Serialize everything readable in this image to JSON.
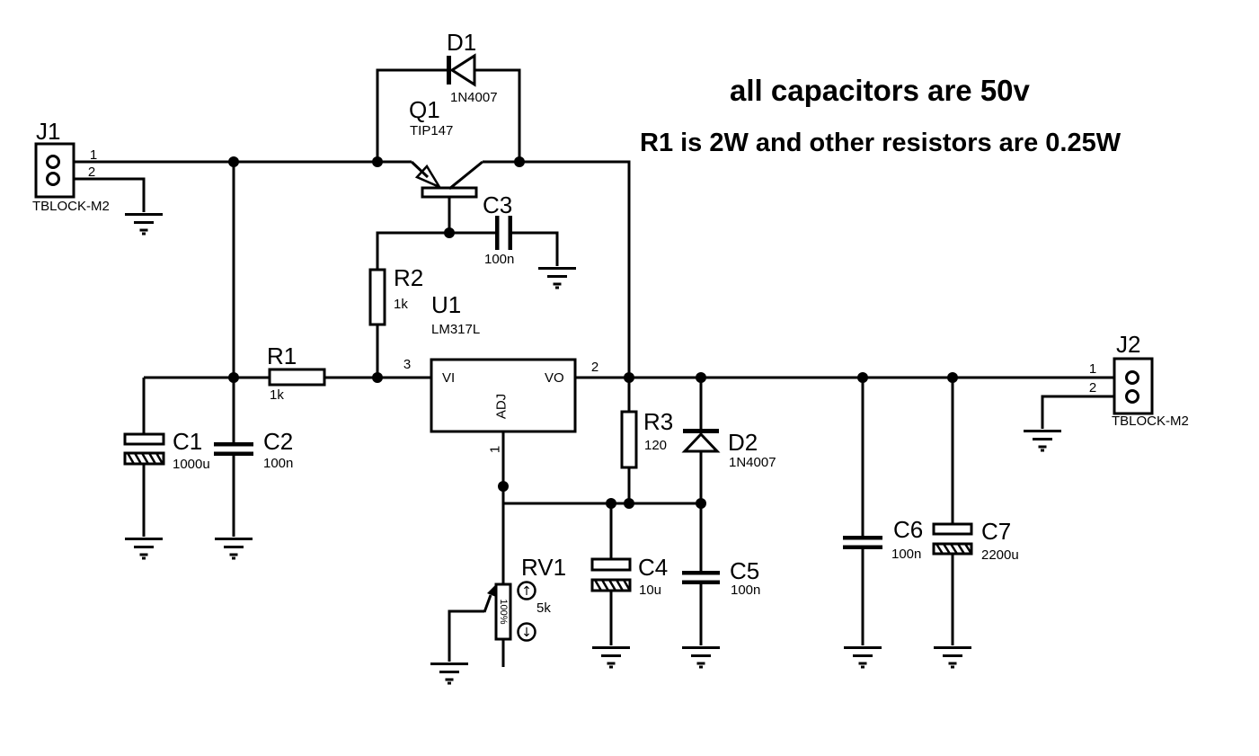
{
  "colors": {
    "ink": "#000000",
    "background": "#ffffff"
  },
  "notes": {
    "line1": "all capacitors are 50v",
    "line2": "R1 is 2W and other resistors are 0.25W"
  },
  "components": {
    "j1": {
      "ref": "J1",
      "value": "TBLOCK-M2",
      "pin1": "1",
      "pin2": "2"
    },
    "j2": {
      "ref": "J2",
      "value": "TBLOCK-M2",
      "pin1": "1",
      "pin2": "2"
    },
    "d1": {
      "ref": "D1",
      "value": "1N4007"
    },
    "d2": {
      "ref": "D2",
      "value": "1N4007"
    },
    "q1": {
      "ref": "Q1",
      "value": "TIP147"
    },
    "u1": {
      "ref": "U1",
      "value": "LM317L",
      "pins": {
        "vi": {
          "num": "3",
          "name": "VI"
        },
        "vo": {
          "num": "2",
          "name": "VO"
        },
        "adj": {
          "num": "1",
          "name": "ADJ"
        }
      }
    },
    "r1": {
      "ref": "R1",
      "value": "1k"
    },
    "r2": {
      "ref": "R2",
      "value": "1k"
    },
    "r3": {
      "ref": "R3",
      "value": "120"
    },
    "rv1": {
      "ref": "RV1",
      "value": "5k",
      "wiper_position": "100%",
      "increase_icon": "↑",
      "decrease_icon": "↓"
    },
    "c1": {
      "ref": "C1",
      "value": "1000u"
    },
    "c2": {
      "ref": "C2",
      "value": "100n"
    },
    "c3": {
      "ref": "C3",
      "value": "100n"
    },
    "c4": {
      "ref": "C4",
      "value": "10u"
    },
    "c5": {
      "ref": "C5",
      "value": "100n"
    },
    "c6": {
      "ref": "C6",
      "value": "100n"
    },
    "c7": {
      "ref": "C7",
      "value": "2200u"
    }
  }
}
